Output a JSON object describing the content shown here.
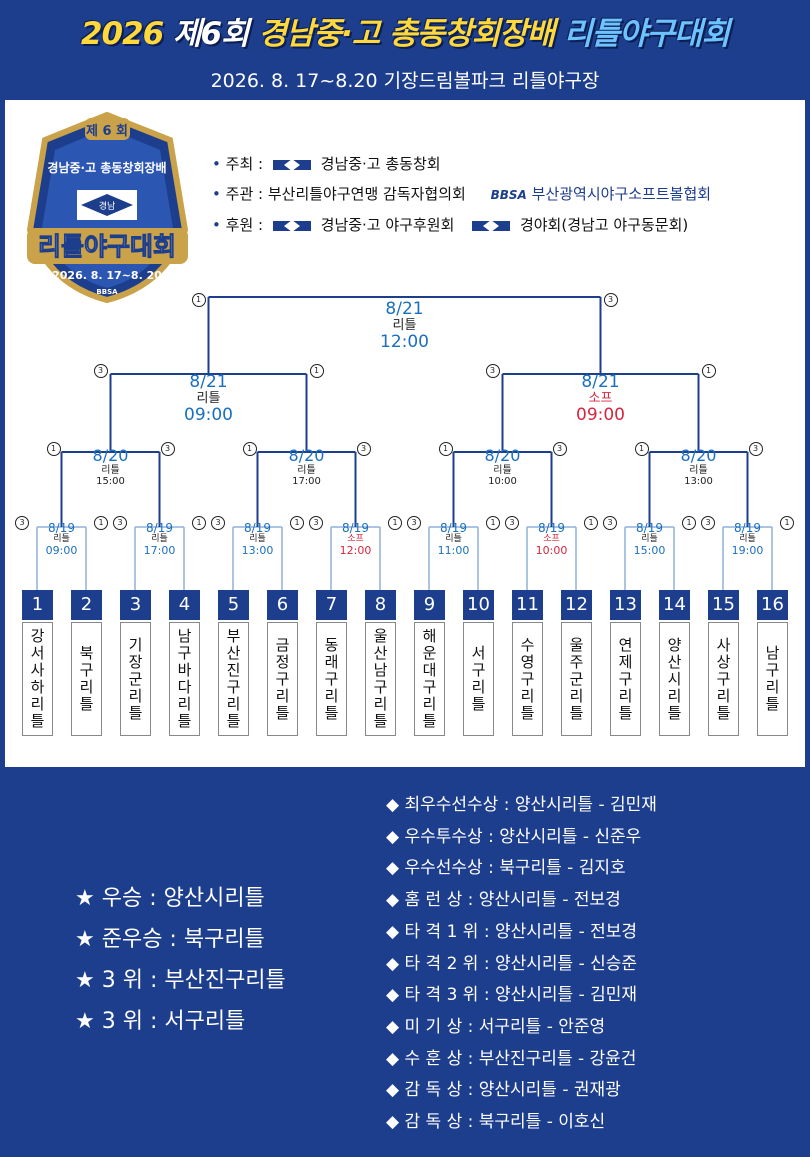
{
  "header": {
    "title_year": "2026",
    "title_mid": "제6회",
    "title_main": "경남중·고 총동창회장배",
    "title_end": "리틀야구대회",
    "subtitle": "2026. 8. 17~8.20  기장드림볼파크 리틀야구장"
  },
  "emblem": {
    "top": "제 6 회",
    "arc": "경남중·고 총동창회장배",
    "main": "리틀야구대회",
    "date": "2026. 8. 17~8. 20",
    "badge": "경남",
    "foot": "BBSA"
  },
  "organizers": {
    "host_label": "주최 :",
    "host": "경남중·고 총동창회",
    "organizer_label": "주관 :",
    "organizer": "부산리틀야구연맹 감독자협의회",
    "organizer2_logo": "BBSA",
    "organizer2": "부산광역시야구소프트볼협회",
    "sponsor_label": "후원 :",
    "sponsor": "경남중·고 야구후원회",
    "sponsor2": "경야회(경남고 야구동문회)"
  },
  "bracket": {
    "final": {
      "date": "8/21",
      "venue": "리틀",
      "time": "12:00",
      "left_seed": "①",
      "right_seed": "③"
    },
    "semis": [
      {
        "date": "8/21",
        "venue": "리틀",
        "time": "09:00",
        "left": "③",
        "right": "①"
      },
      {
        "date": "8/21",
        "venue": "소프",
        "time": "09:00",
        "left": "③",
        "right": "①"
      }
    ],
    "quarters": [
      {
        "date": "8/20",
        "venue": "리틀",
        "time": "15:00",
        "left": "①",
        "right": "③"
      },
      {
        "date": "8/20",
        "venue": "리틀",
        "time": "17:00",
        "left": "①",
        "right": "③"
      },
      {
        "date": "8/20",
        "venue": "리틀",
        "time": "10:00",
        "left": "①",
        "right": "③"
      },
      {
        "date": "8/20",
        "venue": "리틀",
        "time": "13:00",
        "left": "①",
        "right": "③"
      }
    ],
    "first_round": [
      {
        "date": "8/19",
        "venue": "리틀",
        "time": "09:00",
        "left": "③",
        "right": "①"
      },
      {
        "date": "8/19",
        "venue": "리틀",
        "time": "17:00",
        "left": "③",
        "right": "①"
      },
      {
        "date": "8/19",
        "venue": "리틀",
        "time": "13:00",
        "left": "③",
        "right": "①"
      },
      {
        "date": "8/19",
        "venue": "소프",
        "time": "12:00",
        "left": "③",
        "right": "①"
      },
      {
        "date": "8/19",
        "venue": "리틀",
        "time": "11:00",
        "left": "③",
        "right": "①"
      },
      {
        "date": "8/19",
        "venue": "소프",
        "time": "10:00",
        "left": "③",
        "right": "①"
      },
      {
        "date": "8/19",
        "venue": "리틀",
        "time": "15:00",
        "left": "③",
        "right": "①"
      },
      {
        "date": "8/19",
        "venue": "리틀",
        "time": "19:00",
        "left": "③",
        "right": "①"
      }
    ],
    "teams": [
      {
        "seed": "1",
        "name": "강서사하리틀"
      },
      {
        "seed": "2",
        "name": "북구리틀"
      },
      {
        "seed": "3",
        "name": "기장군리틀"
      },
      {
        "seed": "4",
        "name": "남구바다리틀"
      },
      {
        "seed": "5",
        "name": "부산진구리틀"
      },
      {
        "seed": "6",
        "name": "금정구리틀"
      },
      {
        "seed": "7",
        "name": "동래구리틀"
      },
      {
        "seed": "8",
        "name": "울산남구리틀"
      },
      {
        "seed": "9",
        "name": "해운대구리틀"
      },
      {
        "seed": "10",
        "name": "서구리틀"
      },
      {
        "seed": "11",
        "name": "수영구리틀"
      },
      {
        "seed": "12",
        "name": "울주군리틀"
      },
      {
        "seed": "13",
        "name": "연제구리틀"
      },
      {
        "seed": "14",
        "name": "양산시리틀"
      },
      {
        "seed": "15",
        "name": "사상구리틀"
      },
      {
        "seed": "16",
        "name": "남구리틀"
      }
    ]
  },
  "results": [
    "★ 우승 : 양산시리틀",
    "★ 준우승 : 북구리틀",
    "★ 3  위 : 부산진구리틀",
    "★ 3  위 : 서구리틀"
  ],
  "awards": [
    "◆ 최우수선수상 : 양산시리틀 - 김민재",
    "◆ 우수투수상 : 양산시리틀 - 신준우",
    "◆ 우수선수상 : 북구리틀 - 김지호",
    "◆ 홈  런  상 : 양산시리틀 - 전보경",
    "◆ 타  격  1 위 : 양산시리틀 - 전보경",
    "◆ 타  격  2 위 : 양산시리틀 - 신승준",
    "◆ 타  격  3 위 : 양산시리틀 - 김민재",
    "◆ 미  기  상 : 서구리틀 - 안준영",
    "◆ 수  훈  상 : 부산진구리틀 - 강윤건",
    "◆ 감  독  상 : 양산시리틀 - 권재광",
    "◆ 감  독  상 : 북구리틀 - 이호신"
  ],
  "colors": {
    "background": "#1d3e8c",
    "title_yellow": "#ffd93b",
    "date_blue": "#1a6fc0",
    "accent_red": "#d7263d"
  }
}
